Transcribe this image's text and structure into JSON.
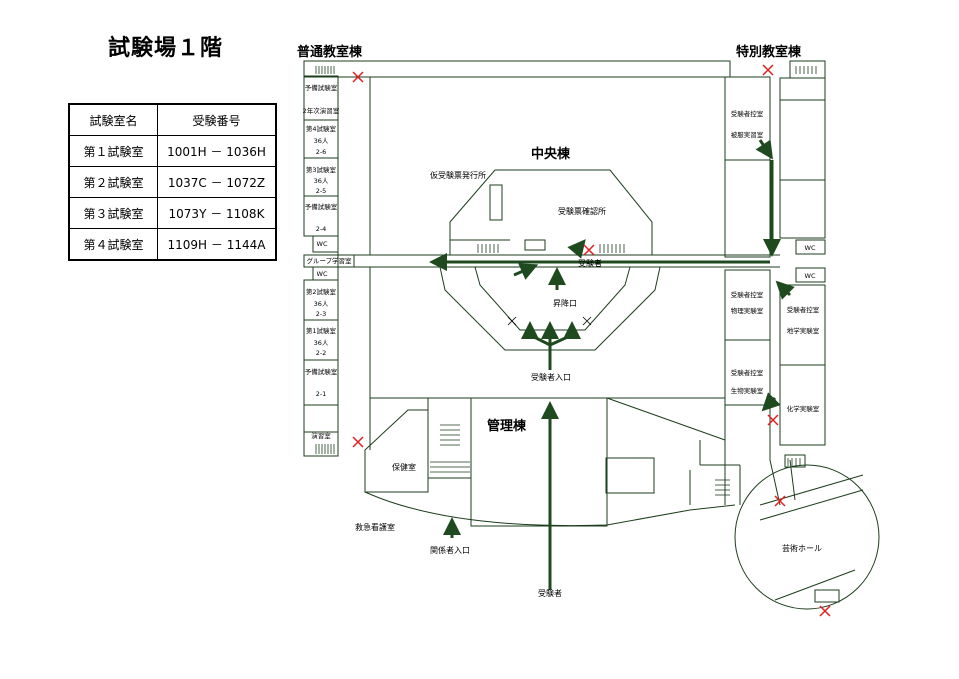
{
  "title": "試験場１階",
  "table": {
    "headers": [
      "試験室名",
      "受験番号"
    ],
    "rows": [
      [
        "第１試験室",
        "1001H － 1036H"
      ],
      [
        "第２試験室",
        "1037C － 1072Z"
      ],
      [
        "第３試験室",
        "1073Y － 1108K"
      ],
      [
        "第４試験室",
        "1109H － 1144A"
      ]
    ]
  },
  "buildings": {
    "regular": "普通教室棟",
    "special": "特別教室棟",
    "central": "中央棟",
    "admin": "管理棟"
  },
  "rooms": {
    "left": {
      "yobi_top": "予備試験室",
      "ninen": "2年次演習室",
      "r4_name": "第4試験室",
      "r4_cap": "36人",
      "r4_code": "2-6",
      "r3_name": "第3試験室",
      "r3_cap": "36人",
      "r3_code": "2-5",
      "yobi_mid": "予備試験室",
      "yobi_mid_code": "2-4",
      "wc1": "WC",
      "group": "グループ学習室",
      "wc2": "WC",
      "r2_name": "第2試験室",
      "r2_cap": "36人",
      "r2_code": "2-3",
      "r1_name": "第1試験室",
      "r1_cap": "36人",
      "r1_code": "2-2",
      "yobi_bot": "予備試験室",
      "yobi_bot_code": "2-1",
      "enshu": "演習室"
    },
    "right": {
      "waiting1": "受験者控室",
      "hifuku": "被服実習室",
      "wc_upper": "WC",
      "wc_mid": "WC",
      "waiting2": "受験者控室",
      "butsuri": "物理実験室",
      "waiting3": "受験者控室",
      "chigaku": "地学実験室",
      "waiting4": "受験者控室",
      "seibutsu": "生物実験室",
      "kagaku": "化学実験室",
      "hall": "芸術ホール"
    },
    "center": {
      "temp_ticket": "仮受験票発行所",
      "ticket_check": "受験票確認所",
      "stairs": "昇降口",
      "examinee": "受験者",
      "entrance": "受験者入口",
      "health": "保健室",
      "first_aid": "救急看護室",
      "staff_entrance": "関係者入口",
      "examinee_bottom": "受験者"
    }
  },
  "colors": {
    "wall": "#1d3d1d",
    "arrow": "#1f4a1f",
    "cross": "#e02020"
  }
}
